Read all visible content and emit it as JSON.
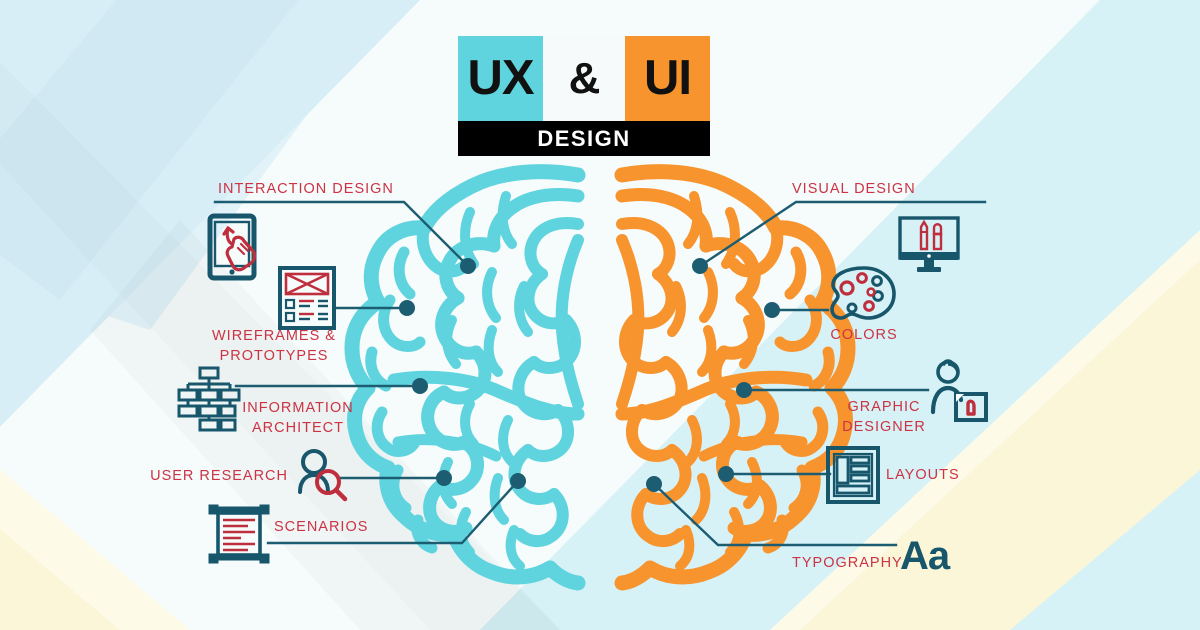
{
  "title": {
    "ux": "UX",
    "amp": "&",
    "ui": "UI",
    "design": "DESIGN"
  },
  "colors": {
    "cyan": "#5fd4de",
    "orange": "#f7942e",
    "label_red": "#cc3344",
    "connector_teal": "#1d5d72",
    "icon_dark": "#17566b",
    "icon_red": "#bf2e3c",
    "bg_blue": "#d7eef6",
    "bg_cream": "#fbf6d8",
    "bg_white": "#f6fbfb",
    "title_bar": "#000000"
  },
  "left_side": {
    "heading": "UX",
    "items": [
      {
        "label": "INTERACTION DESIGN",
        "icon": "tablet-hand-icon"
      },
      {
        "label": "WIREFRAMES &\nPROTOTYPES",
        "icon": "wireframe-icon"
      },
      {
        "label": "INFORMATION\nARCHITECT",
        "icon": "sitemap-icon"
      },
      {
        "label": "USER RESEARCH",
        "icon": "user-magnifier-icon"
      },
      {
        "label": "SCENARIOS",
        "icon": "scroll-document-icon"
      }
    ]
  },
  "right_side": {
    "heading": "UI",
    "items": [
      {
        "label": "VISUAL DESIGN",
        "icon": "monitor-pencil-brush-icon"
      },
      {
        "label": "COLORS",
        "icon": "palette-icon"
      },
      {
        "label": "GRAPHIC\nDESIGNER",
        "icon": "designer-person-icon"
      },
      {
        "label": "LAYOUTS",
        "icon": "layout-grid-icon"
      },
      {
        "label": "TYPOGRAPHY",
        "icon": "typography-aa-icon"
      }
    ]
  },
  "typography_glyph": "Aa",
  "brain": {
    "left_hemisphere_color": "#5fd4de",
    "right_hemisphere_color": "#f7942e",
    "connector_node_count": 10
  },
  "chart_data": {
    "type": "diagram",
    "title": "UX & UI DESIGN",
    "subtitle": "DESIGN",
    "description": "Split-brain infographic comparing UX disciplines (left hemisphere, cyan) with UI disciplines (right hemisphere, orange)",
    "categories": [
      "UX",
      "UI"
    ],
    "series": [
      {
        "name": "UX",
        "values": [
          "INTERACTION DESIGN",
          "WIREFRAMES & PROTOTYPES",
          "INFORMATION ARCHITECT",
          "USER RESEARCH",
          "SCENARIOS"
        ]
      },
      {
        "name": "UI",
        "values": [
          "VISUAL DESIGN",
          "COLORS",
          "GRAPHIC DESIGNER",
          "LAYOUTS",
          "TYPOGRAPHY"
        ]
      }
    ]
  }
}
